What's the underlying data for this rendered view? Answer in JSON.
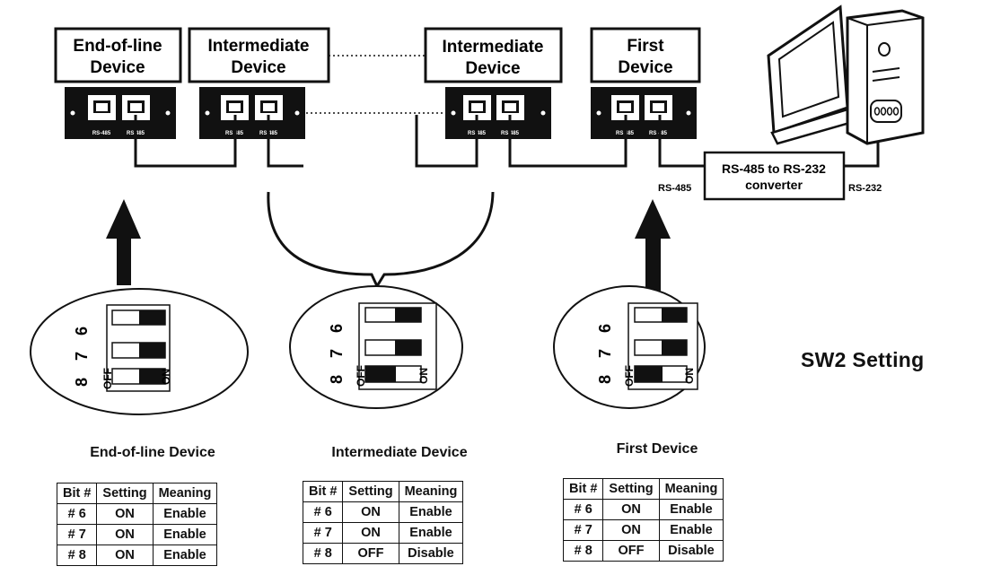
{
  "devices": {
    "end_of_line": "End-of-line",
    "end_of_line_2": "Device",
    "intermediate_1": "Intermediate",
    "intermediate_1b": "Device",
    "intermediate_2": "Intermediate",
    "intermediate_2b": "Device",
    "first": "First",
    "first_b": "Device"
  },
  "ports": {
    "rs485": "RS-485",
    "rs485_short": "RS 485"
  },
  "converter": {
    "line1": "RS-485 to RS-232",
    "line2": "converter",
    "left_label": "RS-485",
    "right_label": "RS-232"
  },
  "dip": {
    "bit6": "6",
    "bit7": "7",
    "bit8": "8",
    "off": "OFF",
    "on": "ON"
  },
  "sw2_title": "SW2 Setting",
  "tables": [
    {
      "caption": "End-of-line Device",
      "headers": [
        "Bit #",
        "Setting",
        "Meaning"
      ],
      "rows": [
        [
          "# 6",
          "ON",
          "Enable"
        ],
        [
          "# 7",
          "ON",
          "Enable"
        ],
        [
          "# 8",
          "ON",
          "Enable"
        ]
      ]
    },
    {
      "caption": "Intermediate Device",
      "headers": [
        "Bit #",
        "Setting",
        "Meaning"
      ],
      "rows": [
        [
          "# 6",
          "ON",
          "Enable"
        ],
        [
          "# 7",
          "ON",
          "Enable"
        ],
        [
          "# 8",
          "OFF",
          "Disable"
        ]
      ]
    },
    {
      "caption": "First Device",
      "headers": [
        "Bit #",
        "Setting",
        "Meaning"
      ],
      "rows": [
        [
          "# 6",
          "ON",
          "Enable"
        ],
        [
          "# 7",
          "ON",
          "Enable"
        ],
        [
          "# 8",
          "OFF",
          "Disable"
        ]
      ]
    }
  ]
}
